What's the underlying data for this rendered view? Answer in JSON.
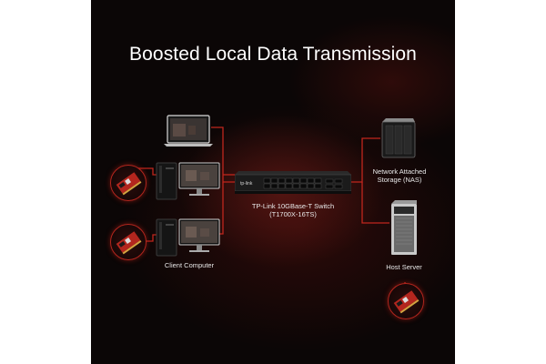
{
  "title": "Boosted Local Data Transmission",
  "nodes": {
    "switch": {
      "name": "TP-Link 10GBase-T Switch",
      "model": "(T1700X-16TS)",
      "logo": "tp-link"
    },
    "client": {
      "label": "Client Computer"
    },
    "nas": {
      "line1": "Network Attached",
      "line2": "Storage (NAS)"
    },
    "server": {
      "label": "Host Server"
    }
  },
  "colors": {
    "link": "#c0261d",
    "accent": "#b3261e",
    "text": "#e8e8e8"
  },
  "icons": [
    "laptop-icon",
    "desktop-tower-icon",
    "monitor-icon",
    "network-card-icon",
    "switch-icon",
    "nas-icon",
    "server-icon"
  ]
}
